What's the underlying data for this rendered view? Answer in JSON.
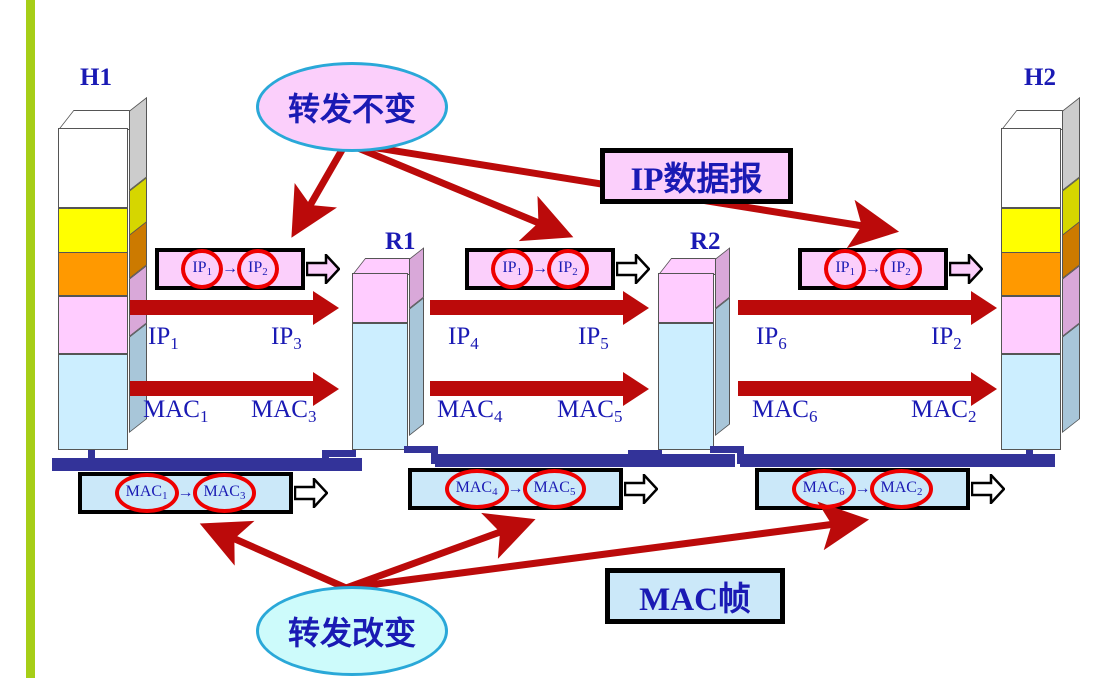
{
  "diagram": {
    "title": "IP datagram and MAC frame forwarding across routers",
    "accent_red": "#bb0a0a",
    "accent_blue": "#1a1ab4",
    "bus_color": "#333399",
    "green_bar_color": "#a6ce17"
  },
  "nodes": [
    {
      "id": "h1",
      "label": "H1",
      "kind": "host",
      "layers": [
        "#ffffff",
        "#ffff00",
        "#ff9900",
        "#ffccff",
        "#cceeff"
      ]
    },
    {
      "id": "r1",
      "label": "R1",
      "kind": "router",
      "layers": [
        "#ffccff",
        "#cceeff"
      ]
    },
    {
      "id": "r2",
      "label": "R2",
      "kind": "router",
      "layers": [
        "#ffccff",
        "#cceeff"
      ]
    },
    {
      "id": "h2",
      "label": "H2",
      "kind": "host",
      "layers": [
        "#ffffff",
        "#ffff00",
        "#ff9900",
        "#ffccff",
        "#cceeff"
      ]
    }
  ],
  "ip_pdus": [
    {
      "id": "ip-pdu-1",
      "src": "IP",
      "src_sub": "1",
      "arrow": "→",
      "dst": "IP",
      "dst_sub": "2"
    },
    {
      "id": "ip-pdu-2",
      "src": "IP",
      "src_sub": "1",
      "arrow": "→",
      "dst": "IP",
      "dst_sub": "2"
    },
    {
      "id": "ip-pdu-3",
      "src": "IP",
      "src_sub": "1",
      "arrow": "→",
      "dst": "IP",
      "dst_sub": "2"
    }
  ],
  "mac_pdus": [
    {
      "id": "mac-pdu-1",
      "src": "MAC",
      "src_sub": "1",
      "arrow": "→",
      "dst": "MAC",
      "dst_sub": "3"
    },
    {
      "id": "mac-pdu-2",
      "src": "MAC",
      "src_sub": "4",
      "arrow": "→",
      "dst": "MAC",
      "dst_sub": "5"
    },
    {
      "id": "mac-pdu-3",
      "src": "MAC",
      "src_sub": "6",
      "arrow": "→",
      "dst": "MAC",
      "dst_sub": "2"
    }
  ],
  "ip_hop_labels": [
    {
      "text": "IP",
      "sub": "1"
    },
    {
      "text": "IP",
      "sub": "3"
    },
    {
      "text": "IP",
      "sub": "4"
    },
    {
      "text": "IP",
      "sub": "5"
    },
    {
      "text": "IP",
      "sub": "6"
    },
    {
      "text": "IP",
      "sub": "2"
    }
  ],
  "mac_hop_labels": [
    {
      "text": "MAC",
      "sub": "1"
    },
    {
      "text": "MAC",
      "sub": "3"
    },
    {
      "text": "MAC",
      "sub": "4"
    },
    {
      "text": "MAC",
      "sub": "5"
    },
    {
      "text": "MAC",
      "sub": "6"
    },
    {
      "text": "MAC",
      "sub": "2"
    }
  ],
  "callouts": {
    "top": {
      "text": "转发不变",
      "meaning": "unchanged on forwarding"
    },
    "bottom": {
      "text": "转发改变",
      "meaning": "changed on forwarding"
    }
  },
  "legends": {
    "ip": "IP数据报",
    "mac": "MAC帧"
  }
}
